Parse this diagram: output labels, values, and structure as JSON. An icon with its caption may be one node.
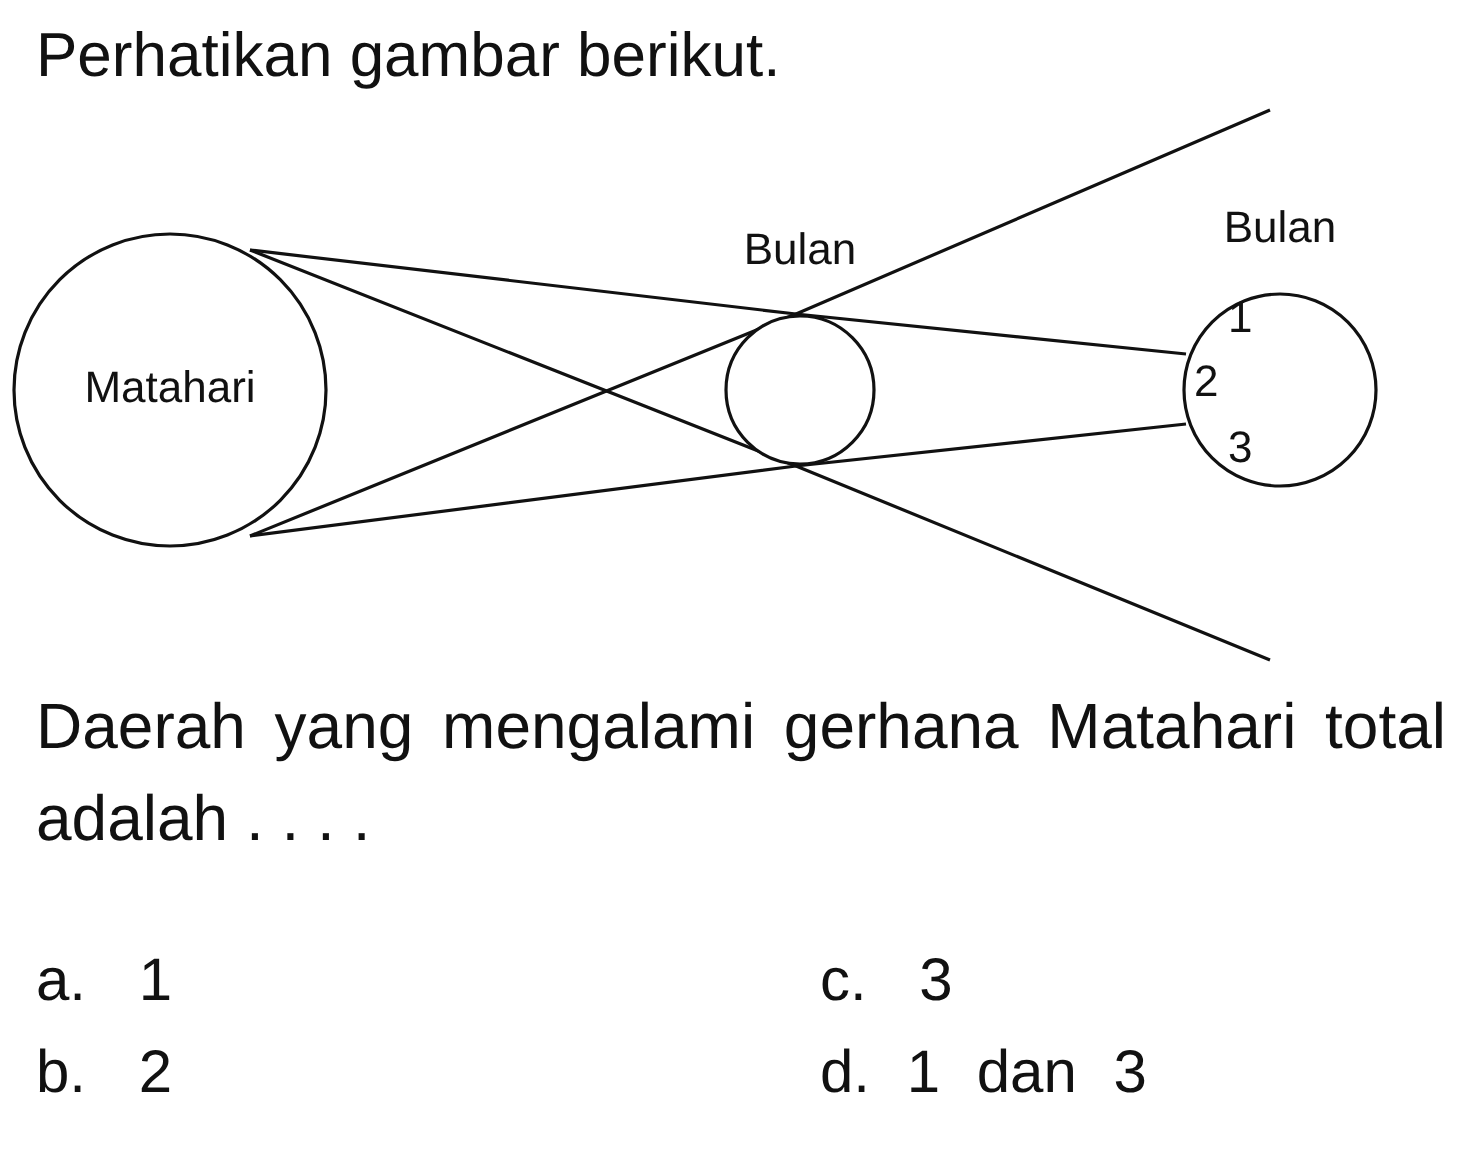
{
  "diagram": {
    "title": "Perhatikan gambar berikut.",
    "nodes": [
      {
        "text": [
          "Matahari"
        ]
      },
      {
        "text": [
          "Bulan"
        ]
      },
      {
        "text": [
          "Bulan"
        ]
      }
    ],
    "labels": [
      "1",
      "2",
      "3",
      "Daerah yang mengalami gerhana Matahari total adalah . . . .",
      "a. 1",
      "c. 3",
      "b. 2",
      "d. 1 dan 3"
    ]
  }
}
